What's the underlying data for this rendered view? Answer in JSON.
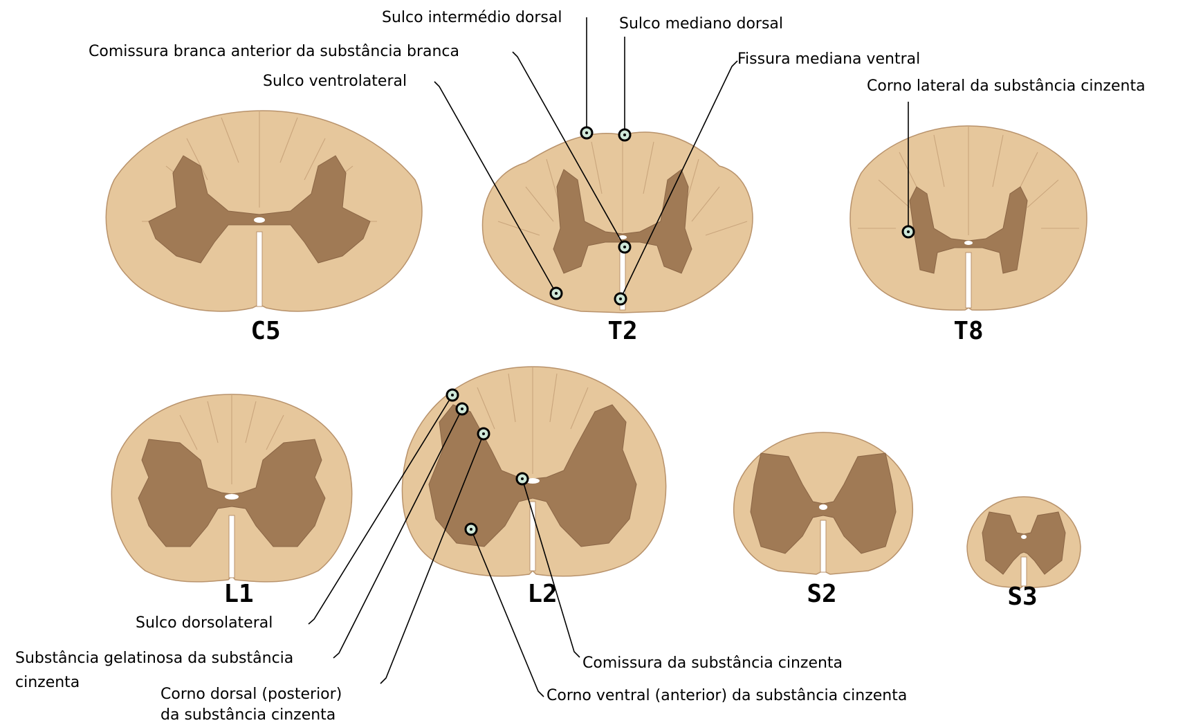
{
  "segments": {
    "c5": "C5",
    "t2": "T2",
    "t8": "T8",
    "l1": "L1",
    "l2": "L2",
    "s2": "S2",
    "s3": "S3"
  },
  "labels": {
    "sulco_intermedio_dorsal": "Sulco intermédio dorsal",
    "sulco_mediano_dorsal": "Sulco mediano dorsal",
    "comissura_branca": "Comissura branca anterior da substância branca",
    "fissura_mediana_ventral": "Fissura mediana ventral",
    "sulco_ventrolateral": "Sulco ventrolateral",
    "corno_lateral": "Corno lateral da substância cinzenta",
    "sulco_dorsolateral": "Sulco dorsolateral",
    "substancia_gelatinosa_1": "Substância gelatinosa da substância",
    "substancia_gelatinosa_2": "cinzenta",
    "corno_dorsal_1": "Corno dorsal (posterior)",
    "corno_dorsal_2": "da substância cinzenta",
    "comissura_cinzenta": "Comissura da substância cinzenta",
    "corno_ventral": "Corno ventral (anterior) da substância cinzenta"
  },
  "colors": {
    "white_matter": "#e6c79c",
    "gray_matter": "#a07a55",
    "marker_fill": "#cfe8d9",
    "line": "#000000"
  }
}
